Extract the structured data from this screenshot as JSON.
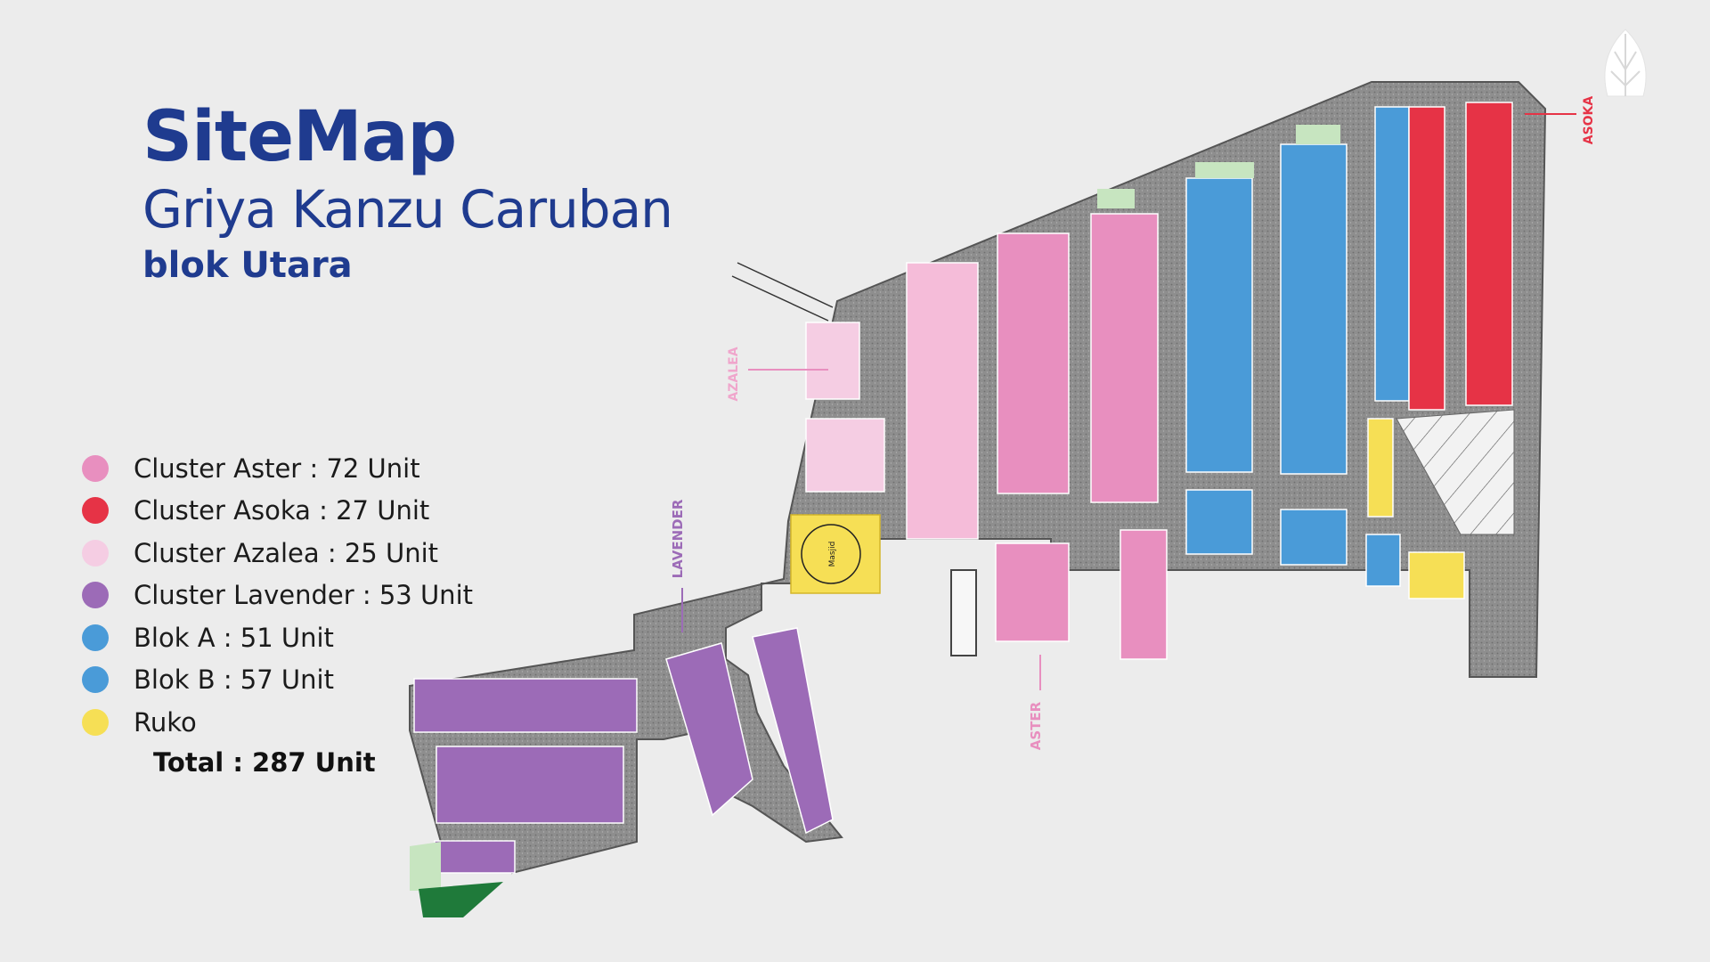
{
  "header": {
    "title": "SiteMap",
    "subtitle": "Griya Kanzu Caruban",
    "block": "blok Utara"
  },
  "legend": {
    "items": [
      {
        "label": "Cluster Aster : 72 Unit",
        "color": "#e88fbf"
      },
      {
        "label": "Cluster Asoka : 27 Unit",
        "color": "#e63346"
      },
      {
        "label": "Cluster Azalea : 25 Unit",
        "color": "#f5cde3"
      },
      {
        "label": "Cluster Lavender : 53 Unit",
        "color": "#9c6bb7"
      },
      {
        "label": "Blok A : 51 Unit",
        "color": "#4a9bd8"
      },
      {
        "label": "Blok B : 57 Unit",
        "color": "#4a9bd8"
      },
      {
        "label": "Ruko",
        "color": "#f6df55"
      }
    ],
    "total": "Total : 287 Unit"
  },
  "map_labels": {
    "azalea": "AZALEA",
    "lavender": "LAVENDER",
    "aster": "ASTER",
    "asoka": "ASOKA",
    "masjid": "Masjid"
  },
  "colors": {
    "road": "#8a8a8a",
    "green_space": "#c7e5c0",
    "background": "#ececec",
    "title": "#1f3b8f"
  }
}
